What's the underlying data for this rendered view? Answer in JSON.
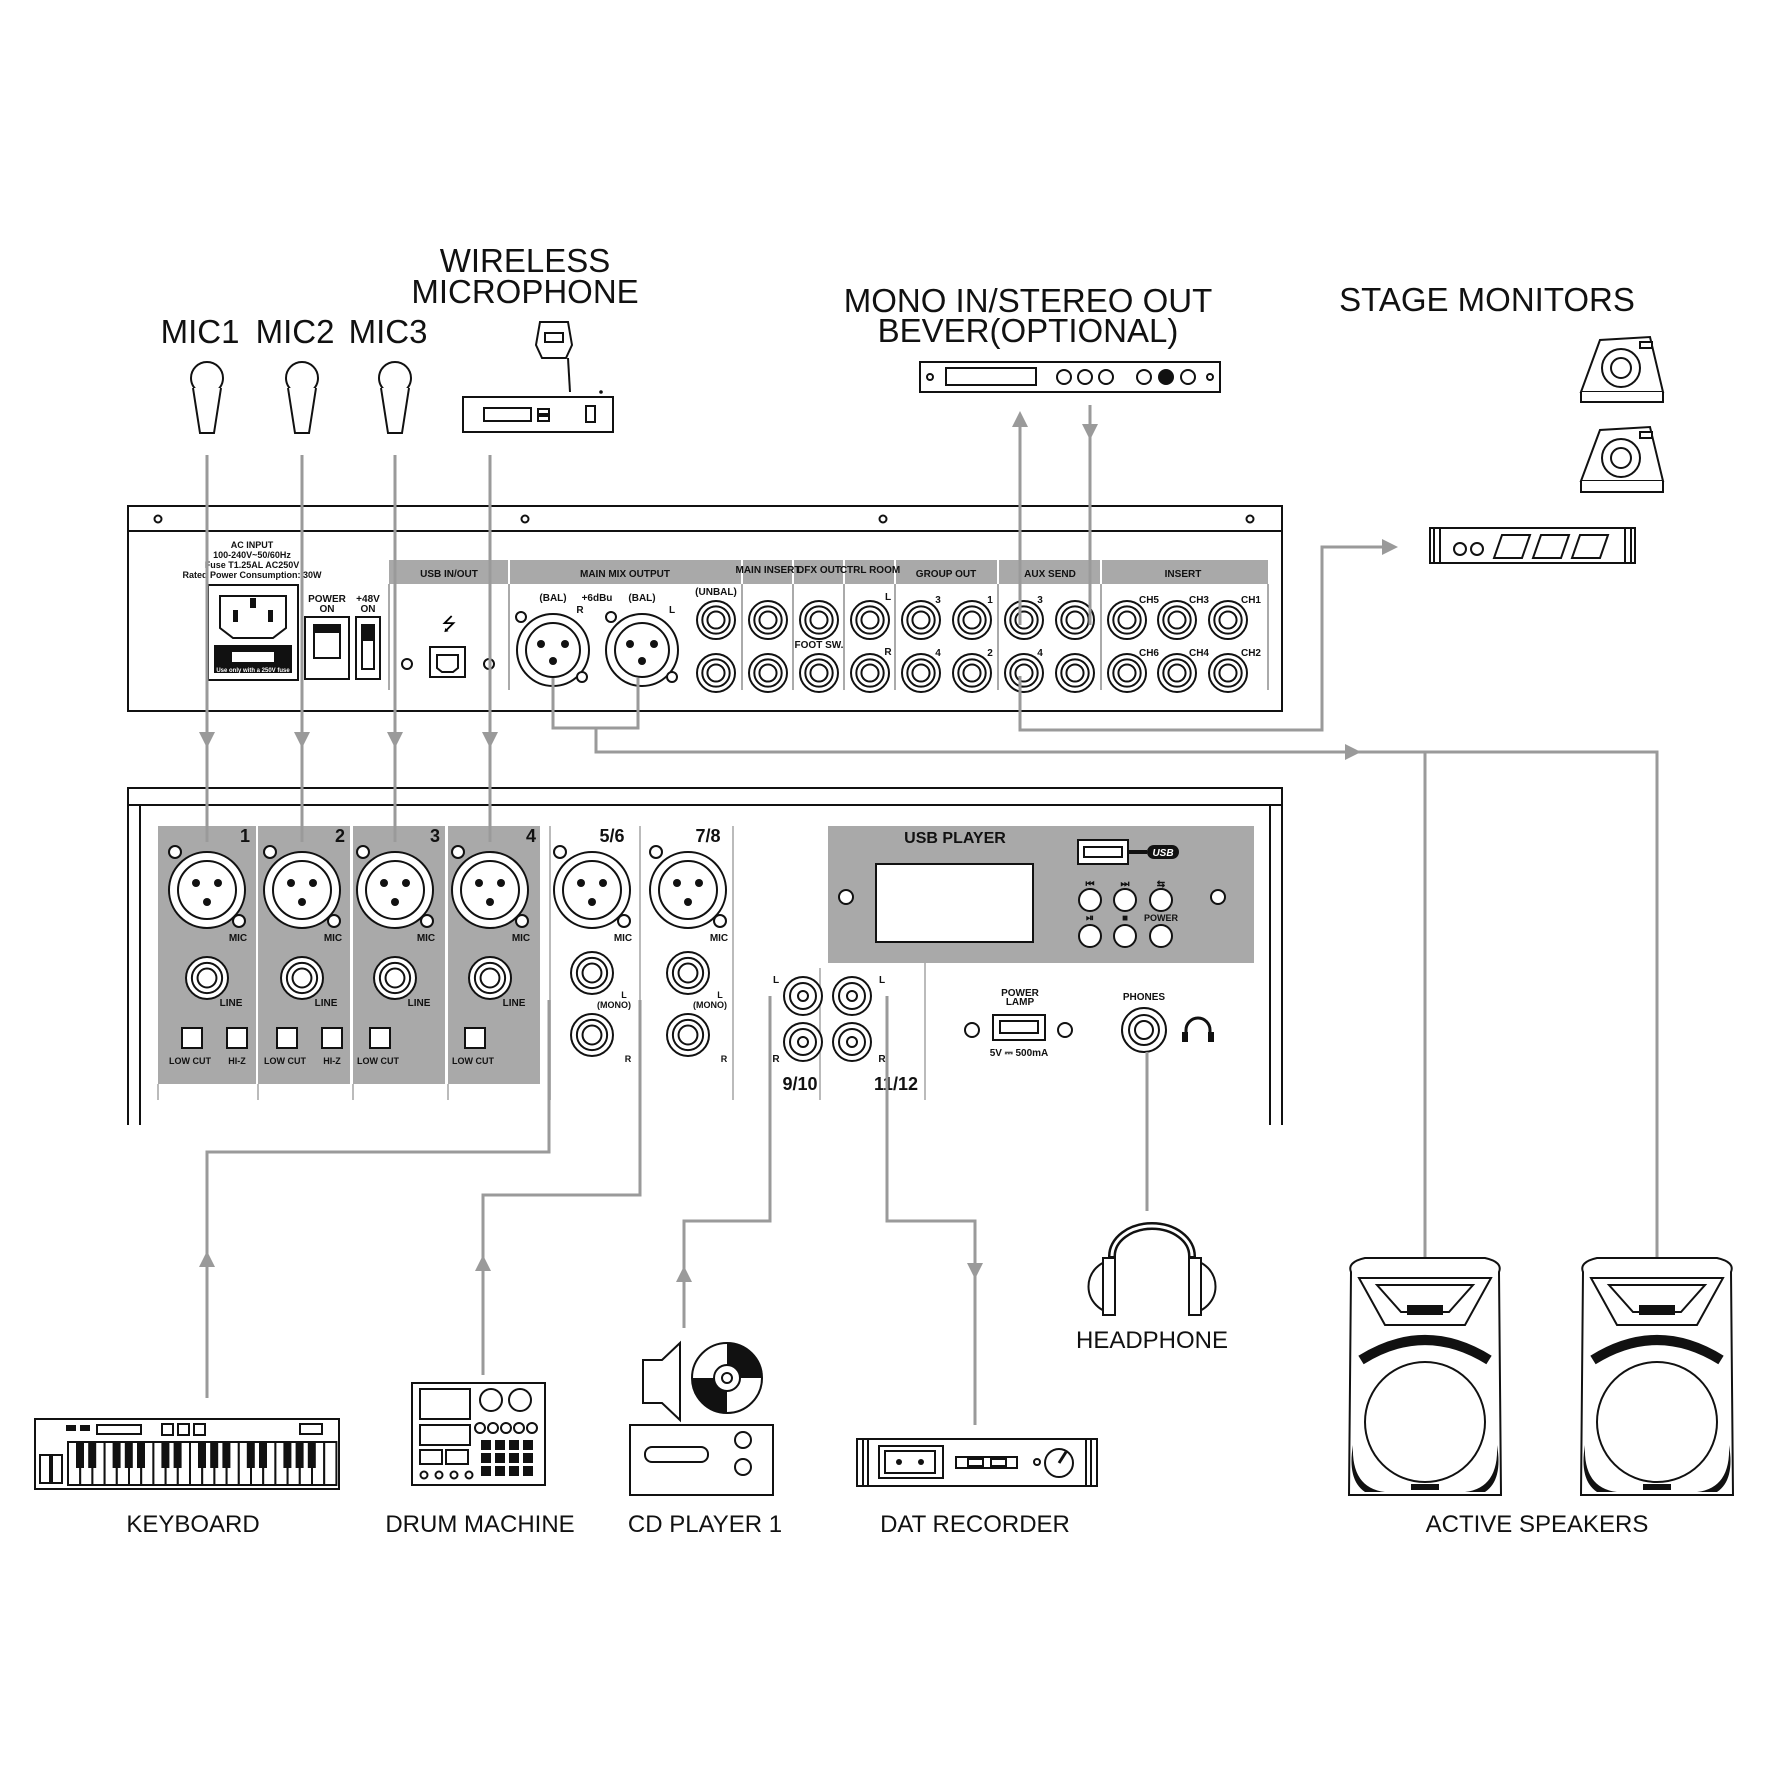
{
  "labels": {
    "mic1": "MIC1",
    "mic2": "MIC2",
    "mic3": "MIC3",
    "wireless_1": "WIRELESS",
    "wireless_2": "MICROPHONE",
    "mono_1": "MONO IN/STEREO OUT",
    "mono_2": "BEVER(OPTIONAL)",
    "stage_monitors": "STAGE MONITORS",
    "keyboard": "KEYBOARD",
    "drum_machine": "DRUM MACHINE",
    "cd_player": "CD PLAYER 1",
    "dat_recorder": "DAT RECORDER",
    "headphone": "HEADPHONE",
    "active_speakers": "ACTIVE SPEAKERS"
  },
  "rear_panel": {
    "ac_input": [
      "AC INPUT",
      "100-240V~50/60Hz",
      "Fuse T1.25AL AC250V",
      "Rated Power Consumption: 30W"
    ],
    "fuse_note": "Use only with a 250V fuse",
    "power": [
      "POWER",
      "ON"
    ],
    "phantom": [
      "+48V",
      "ON"
    ],
    "sections": [
      "USB IN/OUT",
      "MAIN MIX OUTPUT",
      "MAIN INSERT",
      "DFX OUT",
      "CTRL ROOM",
      "GROUP OUT",
      "AUX SEND",
      "INSERT"
    ],
    "bal_l": "(BAL)",
    "bal_r": "(BAL)",
    "plus6": "+6dBu",
    "unbal": "(UNBAL)",
    "foot_sw": "FOOT SW.",
    "letter_r": "R",
    "letter_l": "L",
    "group_nums": [
      "3",
      "1",
      "4",
      "2"
    ],
    "aux_nums": [
      "3",
      "4"
    ],
    "insert_top": [
      "CH5",
      "CH3",
      "CH1"
    ],
    "insert_bot": [
      "CH6",
      "CH4",
      "CH2"
    ]
  },
  "front_panel": {
    "channels": [
      "1",
      "2",
      "3",
      "4",
      "5/6",
      "7/8"
    ],
    "mic": "MIC",
    "line": "LINE",
    "low_cut": "LOW CUT",
    "hi_z": "HI-Z",
    "mono": "(MONO)",
    "l": "L",
    "r": "R",
    "rca_groups": [
      "9/10",
      "11/12"
    ],
    "usb_player": "USB PLAYER",
    "usb_logo": "USB",
    "usb_buttons_top": [
      "⏮",
      "⏭",
      "⇆"
    ],
    "usb_buttons_bot": [
      "⏯",
      "■",
      "POWER"
    ],
    "power_lamp": [
      "POWER",
      "LAMP"
    ],
    "usb_rating": "5V ⎓ 500mA",
    "phones": "PHONES"
  }
}
